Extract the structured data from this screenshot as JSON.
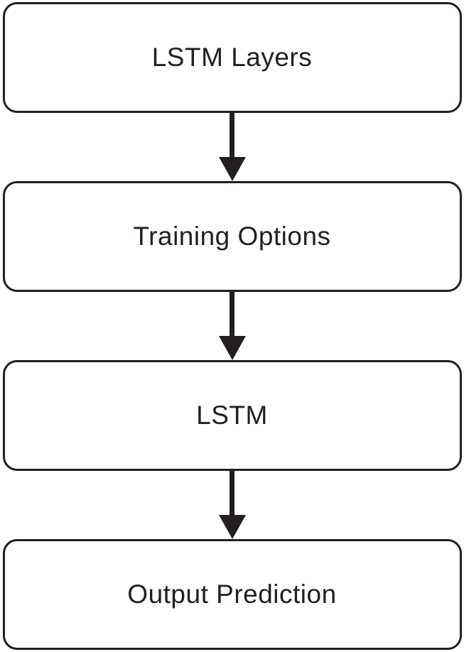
{
  "diagram": {
    "type": "flowchart",
    "direction": "top-down",
    "nodes": [
      {
        "id": "lstm-layers",
        "label": "LSTM Layers"
      },
      {
        "id": "training-options",
        "label": "Training Options"
      },
      {
        "id": "lstm",
        "label": "LSTM"
      },
      {
        "id": "output-prediction",
        "label": "Output Prediction"
      }
    ],
    "edges": [
      {
        "from": "lstm-layers",
        "to": "training-options",
        "style": "arrow-down"
      },
      {
        "from": "training-options",
        "to": "lstm",
        "style": "arrow-down"
      },
      {
        "from": "lstm",
        "to": "output-prediction",
        "style": "arrow-down"
      }
    ],
    "colors": {
      "stroke": "#231f20",
      "fill": "#ffffff",
      "text": "#231f20",
      "background": "#ffffff"
    }
  }
}
